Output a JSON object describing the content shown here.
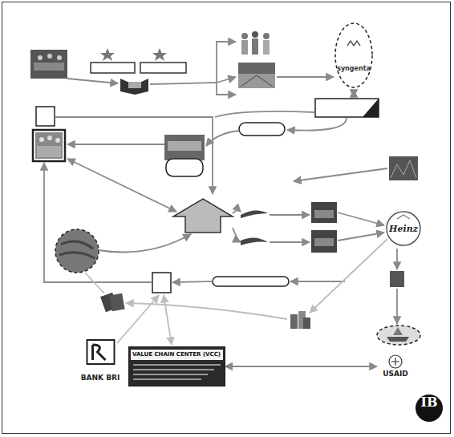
{
  "diagram": {
    "nodes": [
      {
        "text": [
          "syngenta"
        ]
      },
      {
        "text": [
          "Heinz"
        ]
      },
      {
        "text": [
          "BANK BRI"
        ]
      },
      {
        "text": [
          "VALUE CHAIN CENTER (VCC)"
        ]
      },
      {
        "text": [
          "USAID"
        ]
      }
    ],
    "edges": [
      {
        "from": 3,
        "to": 4,
        "arrow": "both"
      }
    ],
    "labels": [
      "IB"
    ]
  }
}
